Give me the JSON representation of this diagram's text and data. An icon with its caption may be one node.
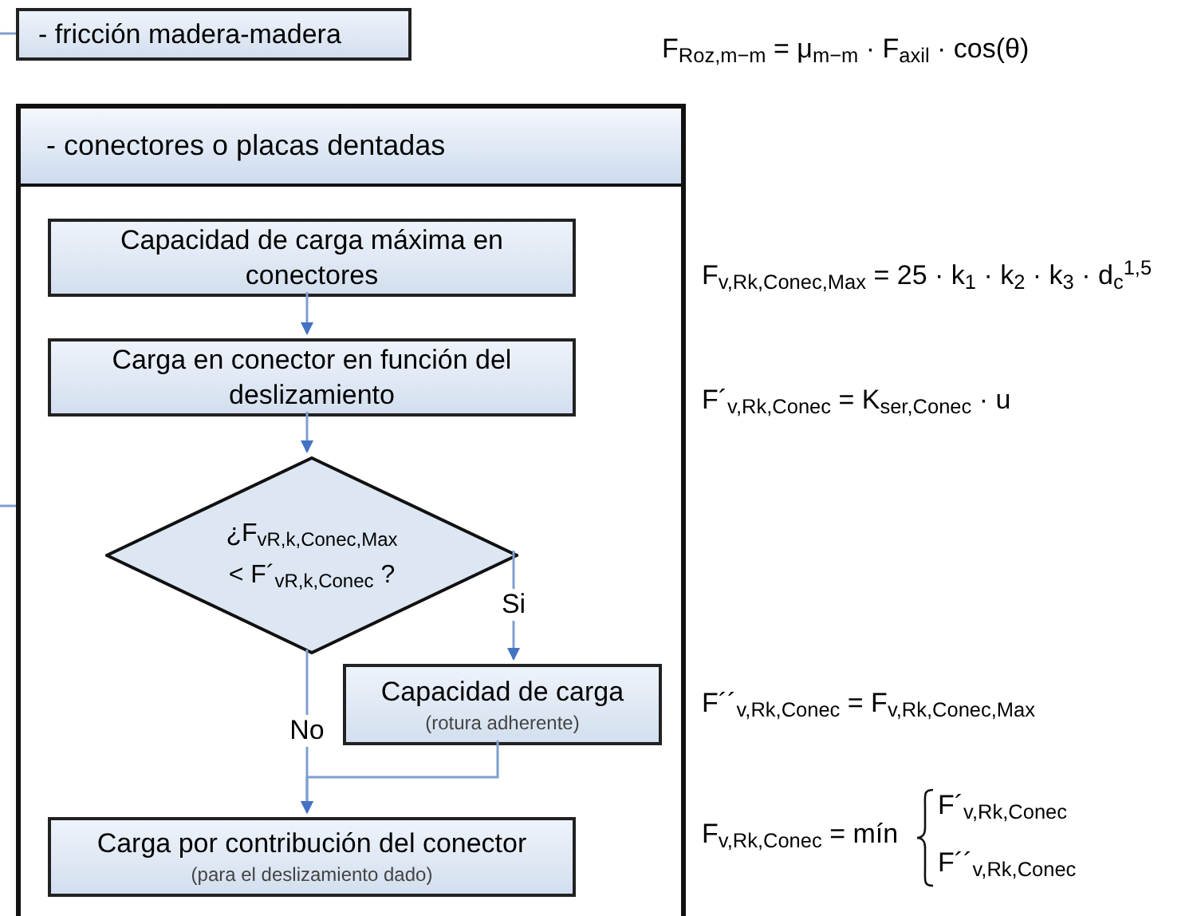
{
  "diagram": {
    "nodes": [
      {
        "text": [
          "- fricción madera-madera"
        ]
      },
      {
        "text": [
          "- conectores o placas dentadas"
        ]
      },
      {
        "text": [
          "Capacidad de carga máxima en conectores"
        ],
        "in": 1
      },
      {
        "text": [
          "Carga en conector en función del deslizamiento"
        ],
        "in": 1
      },
      {
        "text": [
          "¿F$_{vR,k,Conec,Max}$ < F´$_{vR,k,Conec}$ ?"
        ],
        "in": 1
      },
      {
        "text": [
          "Capacidad de carga",
          "(rotura adherente)"
        ],
        "in": 1
      },
      {
        "text": [
          "Carga por contribución del conector",
          "(para el deslizamiento dado)"
        ],
        "in": 1
      }
    ],
    "edges": [
      {
        "from": null,
        "to": 0,
        "arrow": "none"
      },
      {
        "from": null,
        "to": 1,
        "arrow": "none"
      },
      {
        "from": 2,
        "to": 3,
        "arrow": "to"
      },
      {
        "from": 3,
        "to": 4,
        "arrow": "to"
      },
      {
        "from": 4,
        "to": 5,
        "arrow": "to",
        "label": "Si"
      },
      {
        "from": 4,
        "to": 6,
        "arrow": "to",
        "label": "No"
      },
      {
        "from": 5,
        "to": 6,
        "arrow": "to"
      }
    ],
    "labels": [
      "F$_{Roz,m−m}$ = μ$_{m−m}$ · F$_{axil}$ · cos(θ)",
      "F$_{v,Rk,Conec,Max}$ = 25 · k$_{1}$ · k$_{2}$ · k$_{3}$ · d$_{c}$$^{1,5}$",
      "F´$_{v,Rk,Conec}$ = K$_{ser,Conec}$ · u",
      "F´´$_{v,Rk,Conec}$ = F$_{v,Rk,Conec,Max}$",
      "F$_{v,Rk,Conec}$ = mín",
      "F´$_{v,Rk,Conec}$",
      "F´´$_{v,Rk,Conec}$"
    ]
  }
}
